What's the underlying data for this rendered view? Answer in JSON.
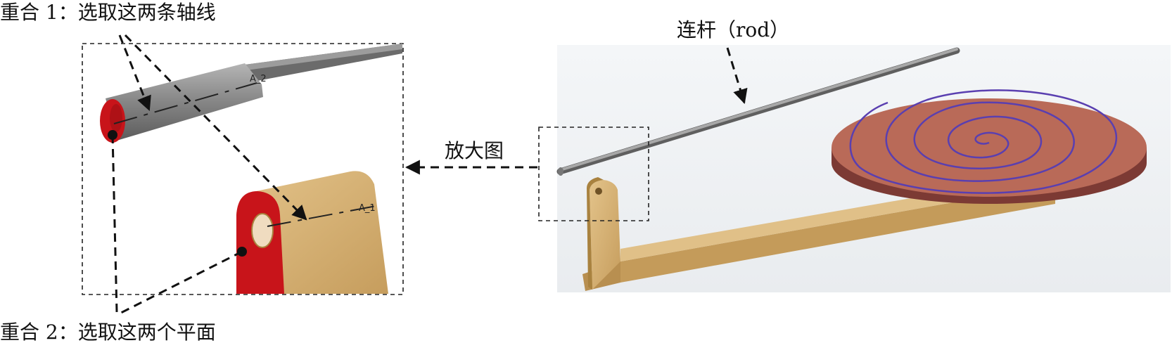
{
  "labels": {
    "constraint_1": "重合 1：选取这两条轴线",
    "constraint_2": "重合 2：选取这两个平面",
    "rod": "连杆（rod）",
    "zoom": "放大图"
  },
  "axis_tags": {
    "rod_axis": "A_2",
    "support_axis": "A_1"
  },
  "colors": {
    "selected_surface": "#c8141a",
    "rod_gray": "#8f8f8f",
    "support_tan": "#d2aa6a",
    "plate_brown": "#b9695a",
    "spiral_blue": "#5a3fb0",
    "background_panel": "#eef1f4"
  }
}
